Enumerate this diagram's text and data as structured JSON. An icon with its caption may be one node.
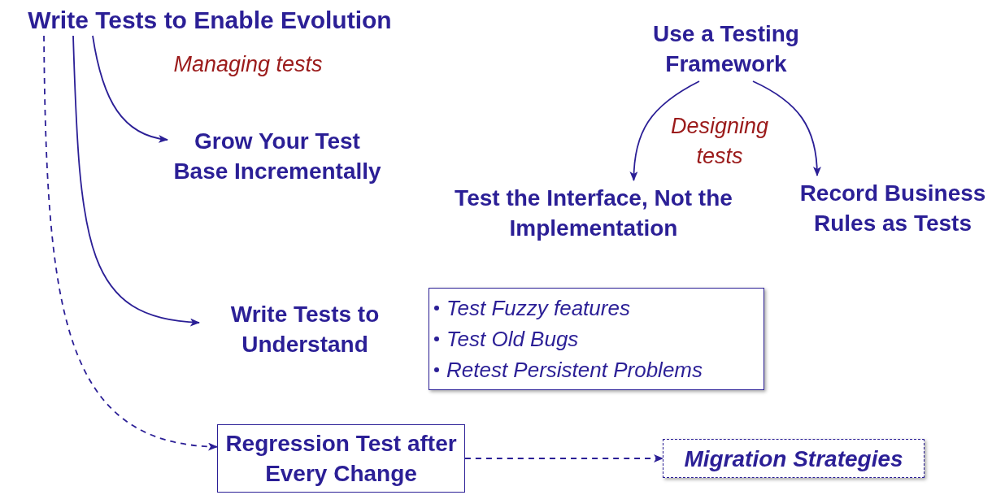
{
  "diagram": {
    "nodes": [
      {
        "text": [
          "Write Tests to Enable Evolution"
        ]
      },
      {
        "text": [
          "Grow Your Test Base Incrementally"
        ]
      },
      {
        "text": [
          "Use a Testing Framework"
        ]
      },
      {
        "text": [
          "Test the Interface, Not the Implementation"
        ]
      },
      {
        "text": [
          "Record Business Rules as Tests"
        ]
      },
      {
        "text": [
          "Write Tests to Understand"
        ]
      },
      {
        "text": [
          "Test Fuzzy features",
          "Test Old Bugs",
          "Retest Persistent Problems"
        ]
      },
      {
        "text": [
          "Regression Test after Every Change"
        ]
      },
      {
        "text": [
          "Migration Strategies"
        ]
      }
    ],
    "edges": [
      {
        "from": 0,
        "to": 1,
        "arrow": "to"
      },
      {
        "from": 0,
        "to": 5,
        "arrow": "to"
      },
      {
        "from": 0,
        "to": 7,
        "arrow": "to",
        "style": "dashed"
      },
      {
        "from": 2,
        "to": 3,
        "arrow": "to"
      },
      {
        "from": 2,
        "to": 4,
        "arrow": "to"
      },
      {
        "from": 7,
        "to": 8,
        "arrow": "to",
        "style": "dashed"
      }
    ],
    "labels": [
      "Managing tests",
      "Designing tests"
    ]
  }
}
